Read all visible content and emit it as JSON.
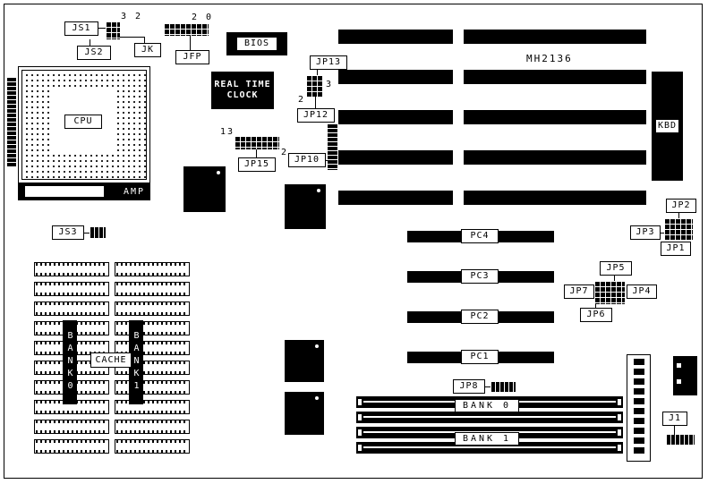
{
  "board": {
    "model": "MH2136"
  },
  "cpu": {
    "label": "CPU",
    "amp": "AMP"
  },
  "chips": {
    "bios": "BIOS",
    "rtc1": "REAL TIME",
    "rtc2": "CLOCK",
    "kbd": "KBD"
  },
  "connectors": {
    "js1": "JS1",
    "js2": "JS2",
    "js3": "JS3",
    "jk": "JK",
    "jfp": "JFP",
    "jp1": "JP1",
    "jp2": "JP2",
    "jp3": "JP3",
    "jp4": "JP4",
    "jp5": "JP5",
    "jp6": "JP6",
    "jp7": "JP7",
    "jp8": "JP8",
    "jp10": "JP10",
    "jp12": "JP12",
    "jp13": "JP13",
    "jp15": "JP15",
    "j1": "J1"
  },
  "pins": {
    "jk": "3 2",
    "jfp": "2 0",
    "jp13_a": "3",
    "jp13_b": "2",
    "jp15_a": "13",
    "jp15_b": "2"
  },
  "cache": {
    "label": "CACHE",
    "bank0": "BANK0",
    "bank1": "BANK1"
  },
  "pc_slots": [
    {
      "label": "PC4"
    },
    {
      "label": "PC3"
    },
    {
      "label": "PC2"
    },
    {
      "label": "PC1"
    }
  ],
  "simm": {
    "bank0": "BANK 0",
    "bank1": "BANK 1"
  }
}
